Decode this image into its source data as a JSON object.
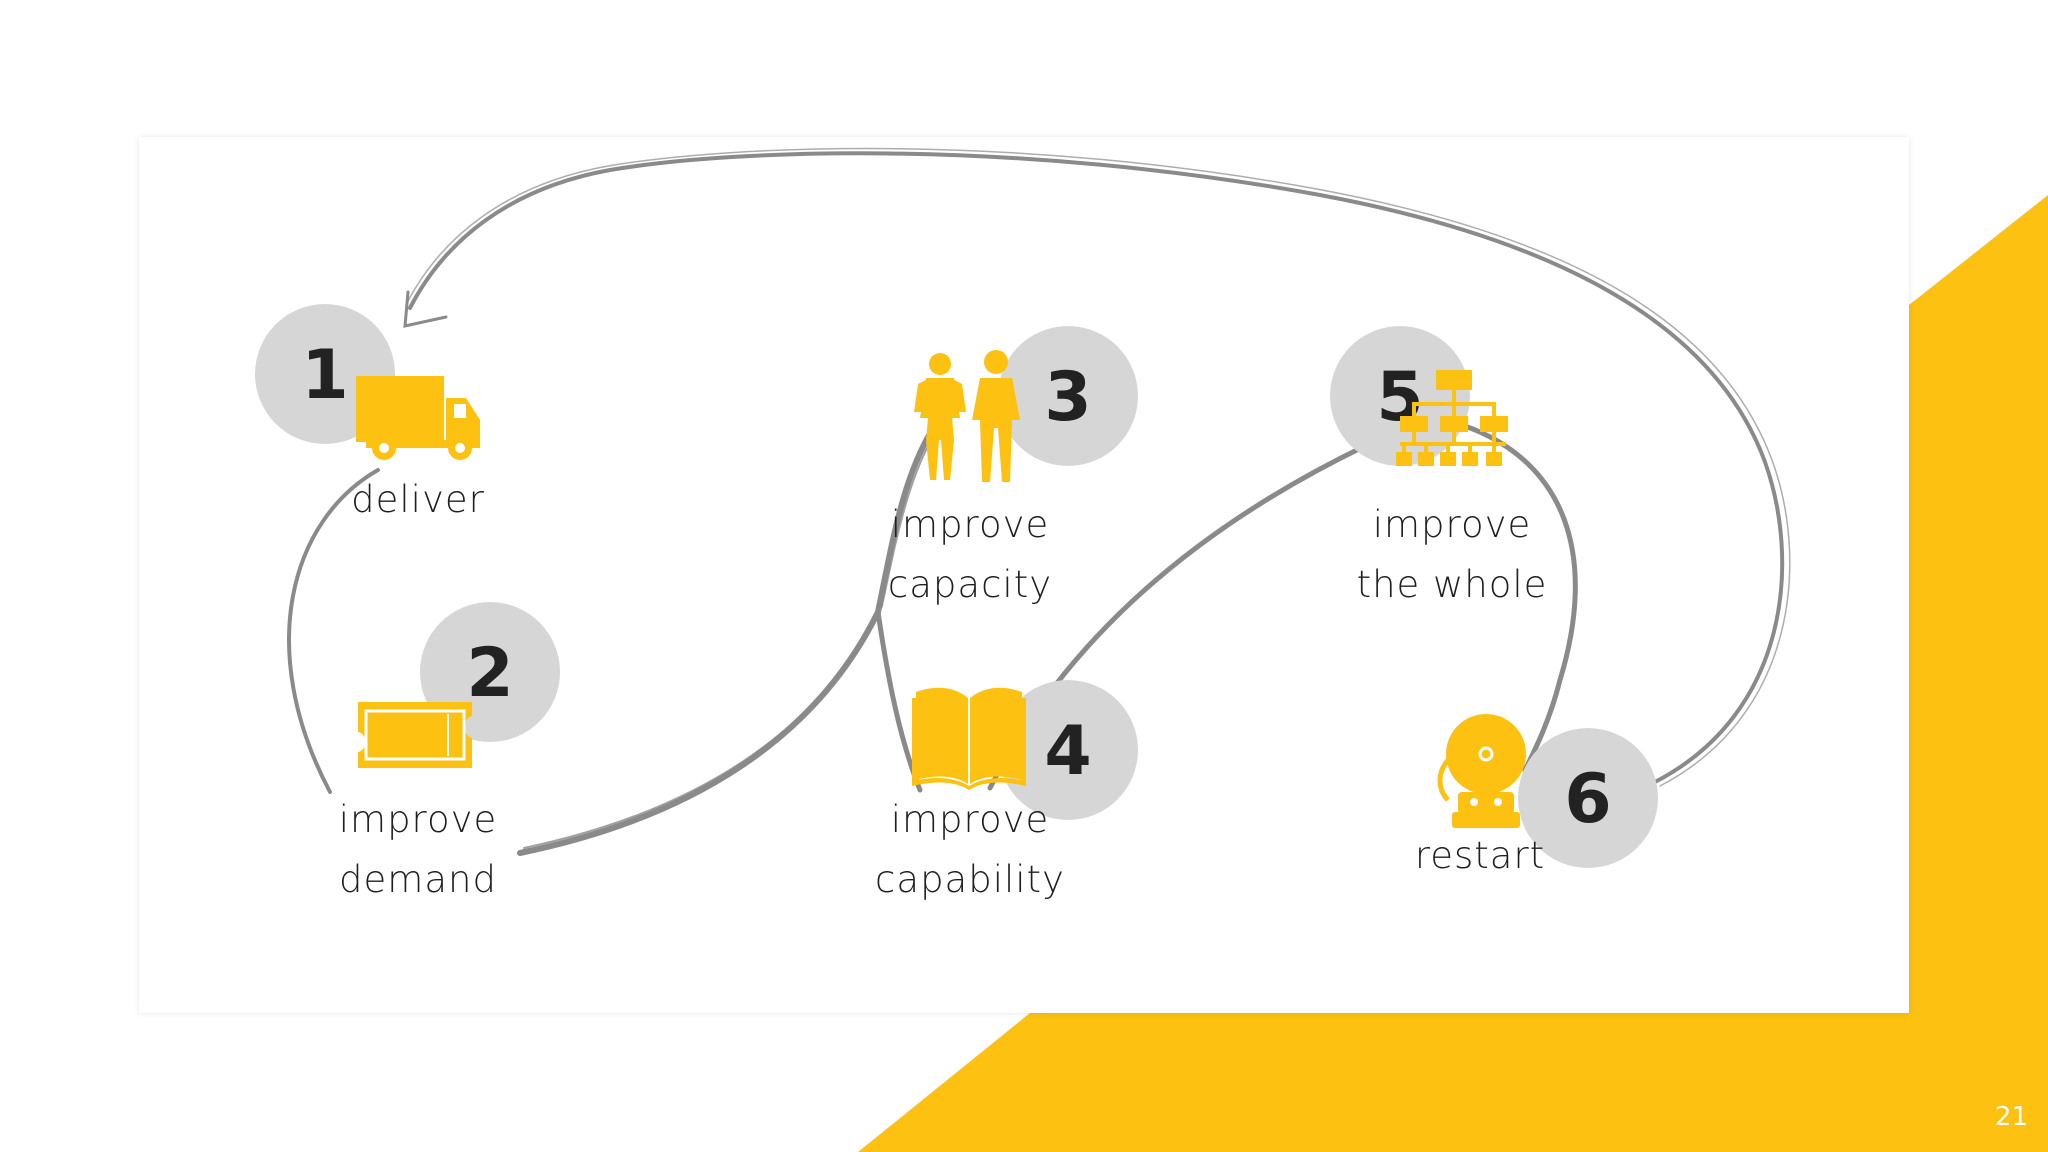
{
  "colors": {
    "accent": "#FCC111",
    "badge": "#D6D6D7",
    "arrow": "#8A8A8A",
    "text": "#1F1F1F"
  },
  "steps": [
    {
      "number": "1",
      "icon": "truck-icon",
      "label_lines": [
        "deliver"
      ]
    },
    {
      "number": "2",
      "icon": "ticket-icon",
      "label_lines": [
        "improve",
        "demand"
      ]
    },
    {
      "number": "3",
      "icon": "people-icon",
      "label_lines": [
        "improve",
        "capacity"
      ]
    },
    {
      "number": "4",
      "icon": "book-icon",
      "label_lines": [
        "improve",
        "capability"
      ]
    },
    {
      "number": "5",
      "icon": "org-chart-icon",
      "label_lines": [
        "improve",
        "the whole"
      ]
    },
    {
      "number": "6",
      "icon": "alarm-bell-icon",
      "label_lines": [
        "restart"
      ]
    }
  ],
  "page_number": "21"
}
